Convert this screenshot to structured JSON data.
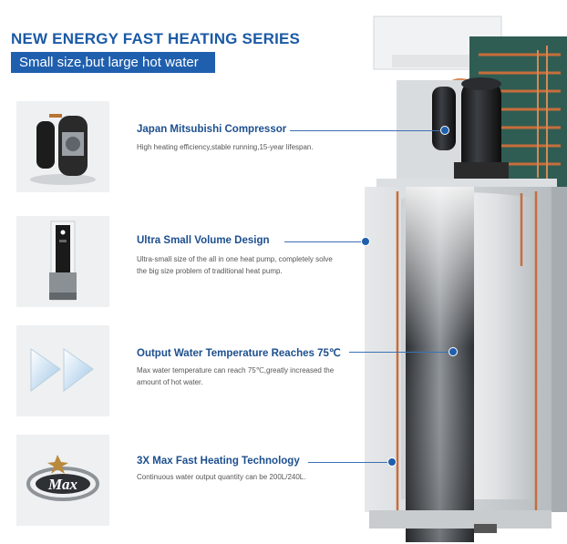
{
  "header": {
    "title": "NEW ENERGY FAST HEATING SERIES",
    "subtitle": "Small size,but large hot water"
  },
  "features": [
    {
      "title": "Japan Mitsubishi Compressor",
      "desc": "High heating efficiency,stable running,15-year lifespan.",
      "thumb_icon": "compressor-icon"
    },
    {
      "title": "Ultra Small Volume Design",
      "desc": "Ultra-small size of the all in one heat pump, completely solve the big size problem of traditional heat pump.",
      "thumb_icon": "heat-pump-unit-icon"
    },
    {
      "title": "Output Water Temperature Reaches 75℃",
      "desc": "Max water temperature can reach 75℃,greatly increased the amount of hot water.",
      "thumb_icon": "fast-forward-arrows-icon"
    },
    {
      "title": "3X Max Fast Heating Technology",
      "desc": "Continuous water output quantity can be 200L/240L.",
      "thumb_icon": "max-logo-icon",
      "logo_text": "Max"
    }
  ],
  "colors": {
    "title_blue": "#1b5aa6",
    "accent_blue": "#1f5fae",
    "thumb_bg": "#eef0f1"
  }
}
